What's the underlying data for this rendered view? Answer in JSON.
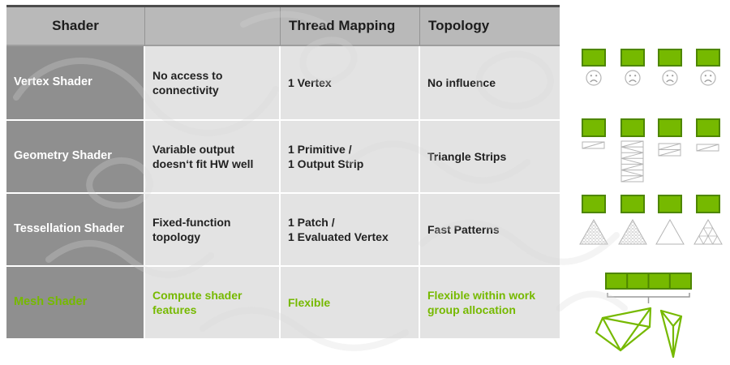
{
  "colors": {
    "nvidia_green": "#76b900",
    "green_dark": "#4e8600",
    "header_bg": "#b9b9b9",
    "label_bg": "#8f8f8f",
    "cell_bg": "#e3e3e3",
    "border_dark": "#4d4d4d",
    "outline_gray": "#b5b5b5",
    "face_gray": "#9a9a9a",
    "text_dark": "#222222",
    "text_white": "#ffffff"
  },
  "table": {
    "headers": [
      "Shader",
      "",
      "Thread Mapping",
      "Topology"
    ],
    "rows": [
      {
        "shader": "Vertex Shader",
        "notes": "No access to\nconnectivity",
        "thread_mapping": "1 Vertex",
        "topology": "No influence"
      },
      {
        "shader": "Geometry Shader",
        "notes": "Variable output\ndoesn‘t fit HW well",
        "thread_mapping": "1 Primitive /\n1 Output Strip",
        "topology": "Triangle Strips"
      },
      {
        "shader": "Tessellation Shader",
        "notes": "Fixed-function\ntopology",
        "thread_mapping": "1 Patch /\n1 Evaluated Vertex",
        "topology": "Fast Patterns"
      },
      {
        "shader": "Mesh Shader",
        "notes": "Compute shader\nfeatures",
        "thread_mapping": "Flexible",
        "topology": "Flexible within work\ngroup allocation"
      }
    ]
  },
  "illustrations": {
    "vertex": {
      "thread_blocks": 4,
      "icons": [
        "sad-face-icon",
        "sad-face-icon",
        "sad-face-icon",
        "sad-face-icon"
      ]
    },
    "geometry": {
      "thread_blocks": 4,
      "strip_segments": [
        1,
        7,
        2,
        1
      ]
    },
    "tessellation": {
      "thread_blocks": 4,
      "patterns": [
        "dense-tessellated-triangle",
        "dense-tessellated-triangle",
        "plain-triangle",
        "subdivided-triangle"
      ]
    },
    "mesh": {
      "work_group_slots": 4,
      "meshlets": 2
    }
  }
}
